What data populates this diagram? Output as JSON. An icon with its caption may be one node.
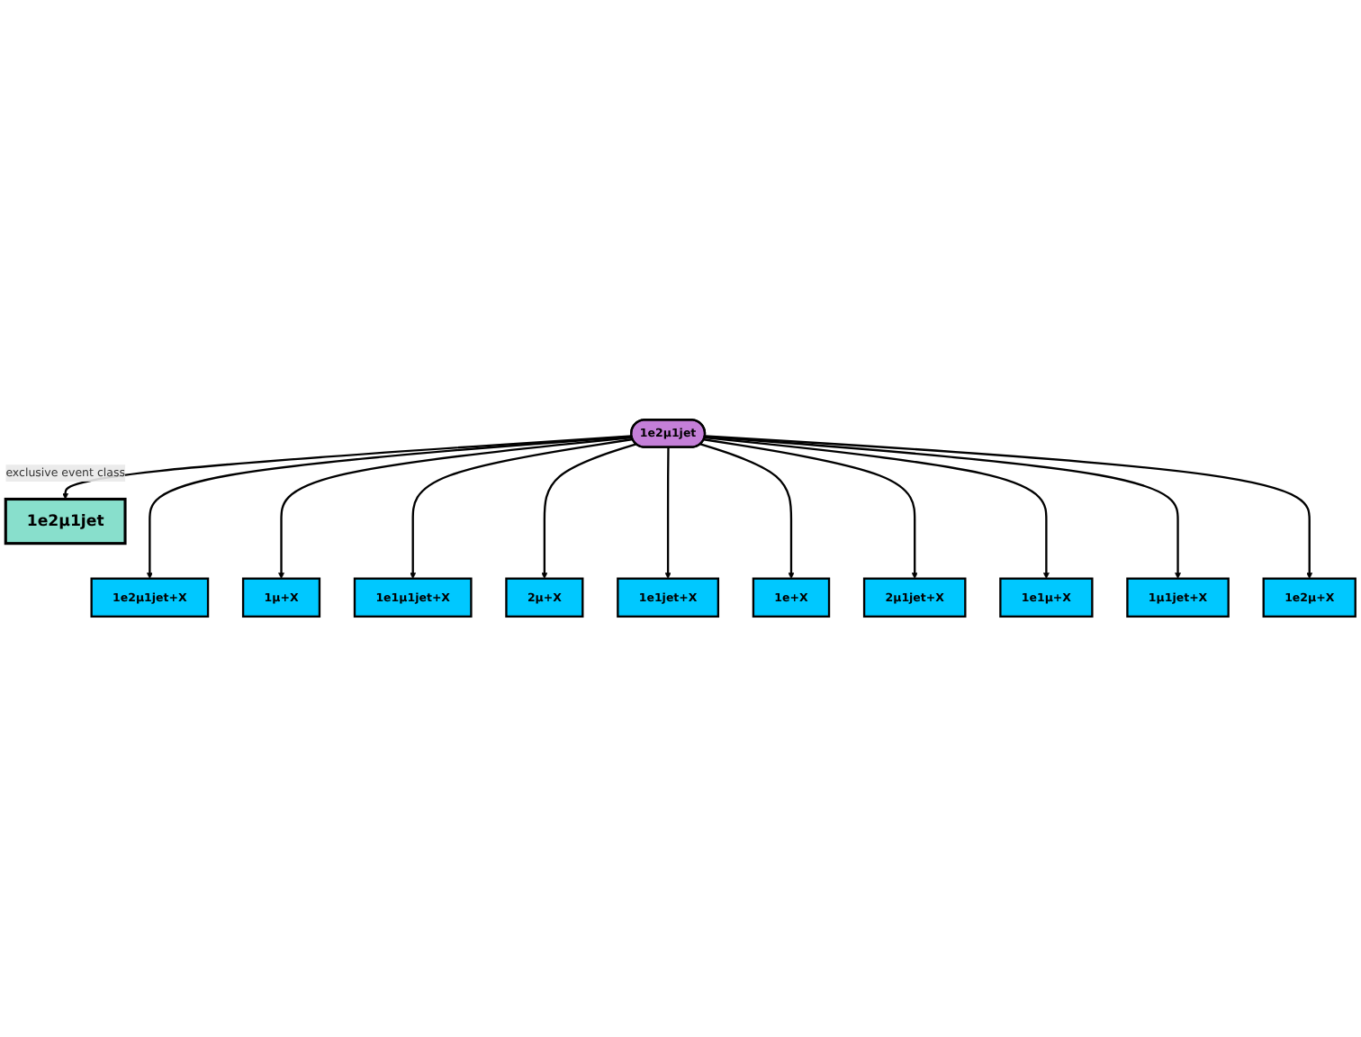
{
  "diagram": {
    "nodes": [
      {
        "text": [
          "1e2μ1jet"
        ]
      },
      {
        "text": [
          "1e2μ1jet+X"
        ]
      },
      {
        "text": [
          "1μ+X"
        ]
      },
      {
        "text": [
          "1e1μ1jet+X"
        ]
      },
      {
        "text": [
          "2μ+X"
        ]
      },
      {
        "text": [
          "1e2μ1jet"
        ]
      },
      {
        "text": [
          "1e1jet+X"
        ]
      },
      {
        "text": [
          "1e+X"
        ]
      },
      {
        "text": [
          "2μ1jet+X"
        ]
      },
      {
        "text": [
          "1e1μ+X"
        ]
      },
      {
        "text": [
          "1μ1jet+X"
        ]
      },
      {
        "text": [
          "1e2μ+X"
        ]
      }
    ],
    "edges": [
      {
        "from": 5,
        "to": 0,
        "arrow": "to",
        "label": "exclusive event class"
      },
      {
        "from": 5,
        "to": 1,
        "arrow": "to"
      },
      {
        "from": 5,
        "to": 2,
        "arrow": "to"
      },
      {
        "from": 5,
        "to": 3,
        "arrow": "to"
      },
      {
        "from": 5,
        "to": 4,
        "arrow": "to"
      },
      {
        "from": 5,
        "to": 6,
        "arrow": "to"
      },
      {
        "from": 5,
        "to": 7,
        "arrow": "to"
      },
      {
        "from": 5,
        "to": 8,
        "arrow": "to"
      },
      {
        "from": 5,
        "to": 9,
        "arrow": "to"
      },
      {
        "from": 5,
        "to": 10,
        "arrow": "to"
      },
      {
        "from": 5,
        "to": 11,
        "arrow": "to"
      }
    ]
  }
}
